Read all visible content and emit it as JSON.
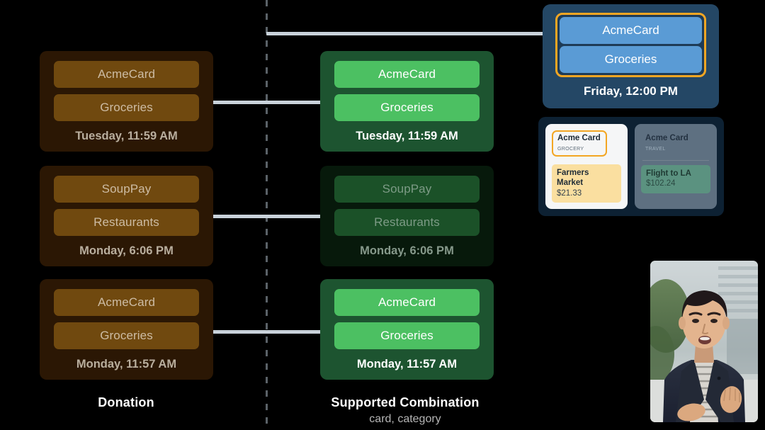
{
  "divider": {
    "style": "dashed-vertical",
    "color": "#5b6268"
  },
  "connector_color": "#c9d2da",
  "columns": {
    "left": {
      "title": "Donation",
      "subtitle": ""
    },
    "right": {
      "title": "Supported Combination",
      "subtitle": "card, category"
    }
  },
  "donation_cards": [
    {
      "app": "AcmeCard",
      "category": "Groceries",
      "timestamp": "Tuesday, 11:59 AM",
      "state": "active"
    },
    {
      "app": "SoupPay",
      "category": "Restaurants",
      "timestamp": "Monday, 6:06 PM",
      "state": "active"
    },
    {
      "app": "AcmeCard",
      "category": "Groceries",
      "timestamp": "Monday, 11:57 AM",
      "state": "active"
    }
  ],
  "supported_cards": [
    {
      "app": "AcmeCard",
      "category": "Groceries",
      "timestamp": "Tuesday, 11:59 AM",
      "state": "matched"
    },
    {
      "app": "SoupPay",
      "category": "Restaurants",
      "timestamp": "Monday, 6:06 PM",
      "state": "dimmed"
    },
    {
      "app": "AcmeCard",
      "category": "Groceries",
      "timestamp": "Monday, 11:57 AM",
      "state": "matched"
    }
  ],
  "highlight_card": {
    "app": "AcmeCard",
    "category": "Groceries",
    "timestamp": "Friday, 12:00 PM",
    "accent_color": "#f3a623",
    "background_color": "#244765"
  },
  "app_panel": {
    "cards": [
      {
        "name": "Acme Card",
        "category": "Grocery",
        "transaction": {
          "name": "Farmers Market",
          "amount": "$21.33"
        },
        "state": "selected"
      },
      {
        "name": "Acme Card",
        "category": "Travel",
        "transaction": {
          "name": "Flight to LA",
          "amount": "$102.24"
        },
        "state": "dimmed"
      }
    ]
  },
  "presenter": {
    "label": "presenter-video"
  }
}
